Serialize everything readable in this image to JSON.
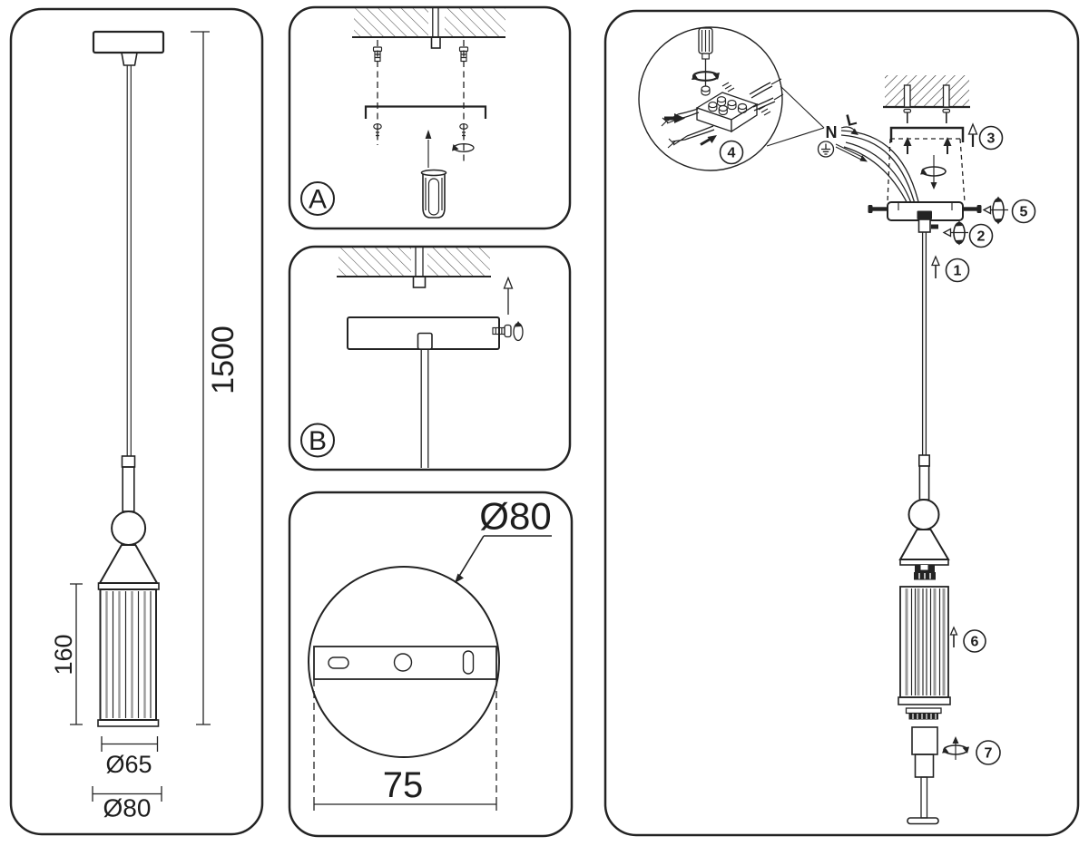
{
  "colors": {
    "ink": "#232323",
    "paper": "#ffffff",
    "shade_rib_gray": "#9b9b9b"
  },
  "dimensions": {
    "drop_length": "1500",
    "shade_height": "160",
    "shade_diameter": "Ø65",
    "canopy_diameter": "Ø80"
  },
  "panel_a": {
    "label": "A"
  },
  "panel_b": {
    "label": "B"
  },
  "canopy_view": {
    "diameter": "Ø80",
    "hole_spacing": "75"
  },
  "assembly": {
    "wire_neutral": "N",
    "wire_live": "L",
    "steps": [
      "1",
      "2",
      "3",
      "4",
      "5",
      "6",
      "7"
    ]
  }
}
